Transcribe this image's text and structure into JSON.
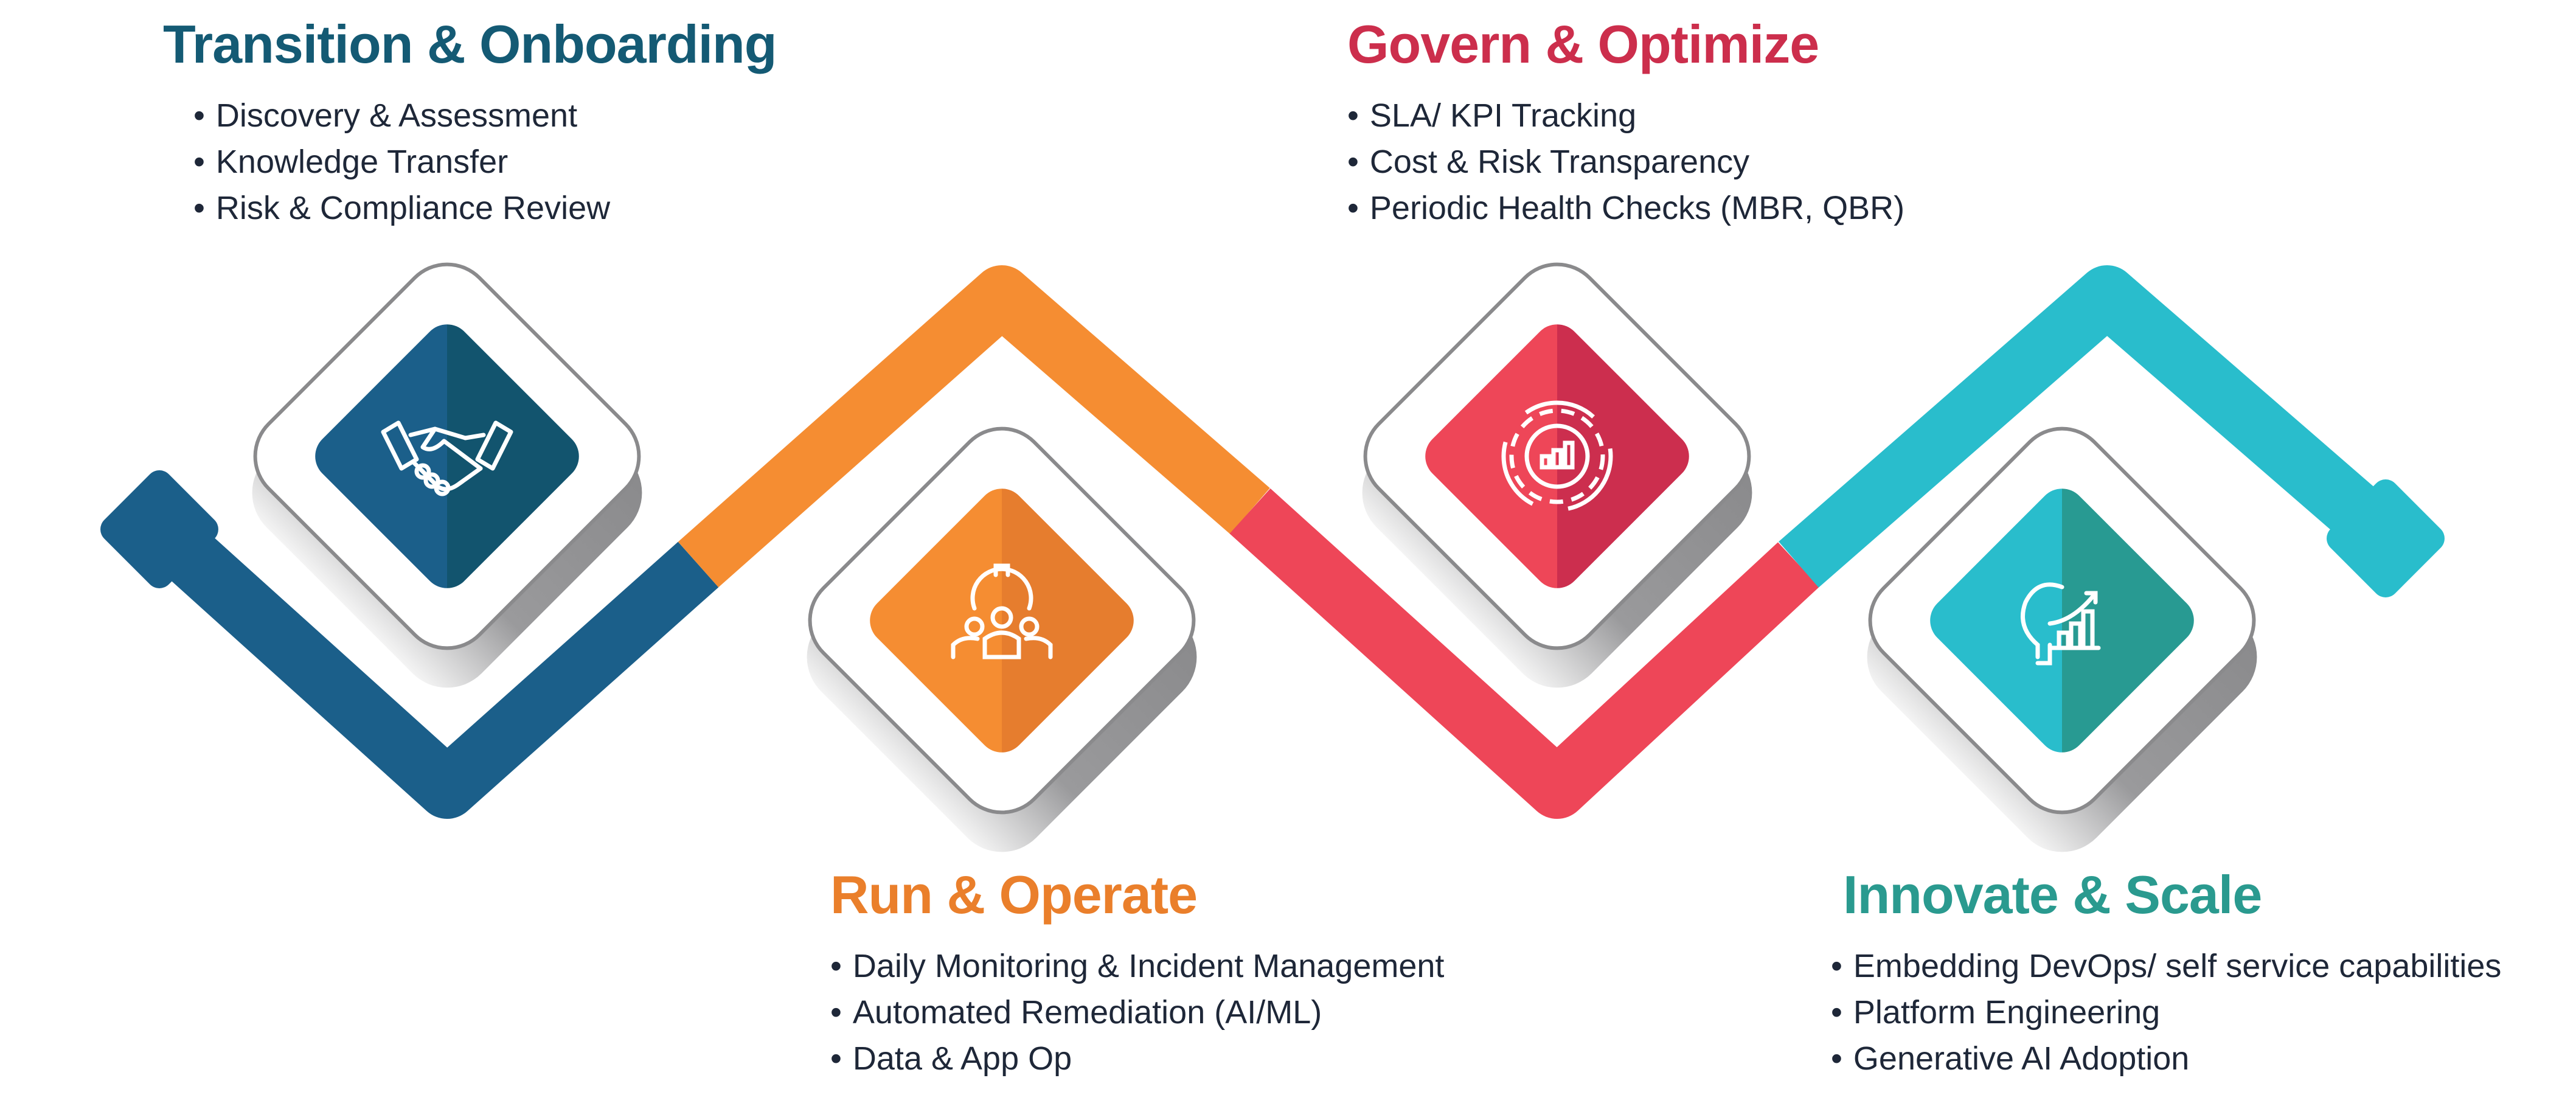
{
  "colors": {
    "blue": "#1b5f8a",
    "blue_dark": "#12546e",
    "orange": "#f58d32",
    "orange_dark": "#e67d2e",
    "red": "#ee4658",
    "red_dark": "#cc2e4e",
    "teal": "#29bdcc",
    "teal_dark": "#289a92"
  },
  "stages": [
    {
      "title": "Transition & Onboarding",
      "title_color": "#145a74",
      "icon": "handshake-icon",
      "bullets": [
        "Discovery & Assessment",
        "Knowledge Transfer",
        "Risk & Compliance Review"
      ]
    },
    {
      "title": "Run & Operate",
      "title_color": "#ea7f2b",
      "icon": "team-gear-icon",
      "bullets": [
        "Daily Monitoring & Incident Management",
        "Automated Remediation (AI/ML)",
        "Data & App Op"
      ]
    },
    {
      "title": "Govern & Optimize",
      "title_color": "#cc2e4c",
      "icon": "gear-chart-cycle-icon",
      "bullets": [
        "SLA/ KPI Tracking",
        "Cost & Risk Transparency",
        "Periodic Health Checks (MBR, QBR)"
      ]
    },
    {
      "title": "Innovate & Scale",
      "title_color": "#2a9a8f",
      "icon": "lightbulb-growth-icon",
      "bullets": [
        "Embedding DevOps/ self service capabilities",
        "Platform Engineering",
        "Generative AI Adoption"
      ]
    }
  ]
}
